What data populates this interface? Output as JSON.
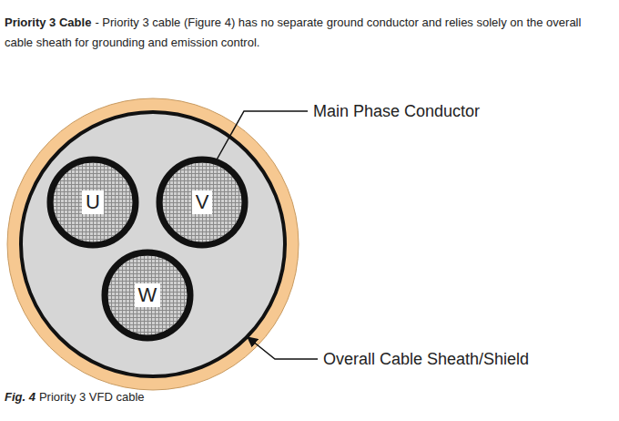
{
  "diagram": {
    "title": "Priority 3 Cable",
    "caption": "Priority 3 VFD cable",
    "nodes": [
      {
        "text": [
          "U"
        ]
      },
      {
        "text": [
          "V"
        ]
      },
      {
        "text": [
          "W"
        ]
      }
    ],
    "labels": [
      "- Priority 3 cable (Figure 4) has no separate ground conductor and relies solely on the overall cable sheath for grounding and emission control.",
      "Main Phase Conductor",
      "Overall Cable Sheath/Shield",
      "Fig. 4"
    ]
  }
}
